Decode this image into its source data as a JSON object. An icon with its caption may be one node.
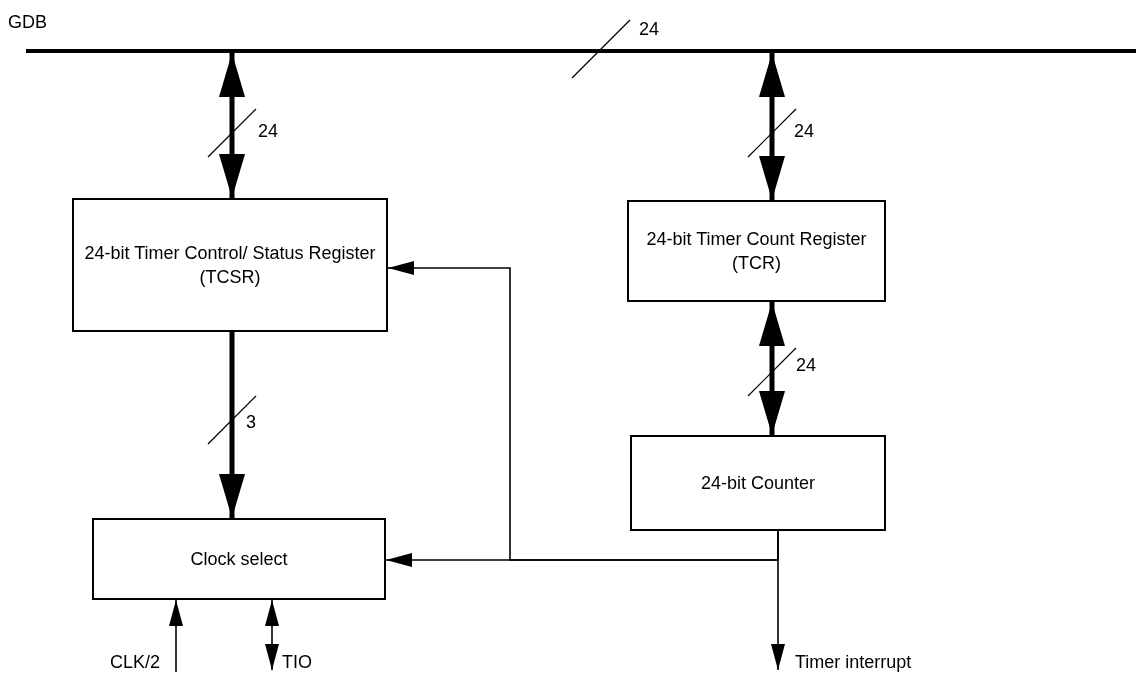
{
  "diagram": {
    "nodes": [
      {
        "text": [
          "GDB"
        ]
      },
      {
        "text": [
          "24-bit Timer Control/ Status Register (TCSR)"
        ]
      },
      {
        "text": [
          "24-bit Timer Count Register (TCR)"
        ]
      },
      {
        "text": [
          "24-bit Counter"
        ]
      },
      {
        "text": [
          "Clock select"
        ]
      },
      {
        "text": [
          "Timer interrupt"
        ]
      },
      {
        "text": [
          "CLK/2"
        ]
      },
      {
        "text": [
          "TIO"
        ]
      }
    ],
    "edges": [
      {
        "from": 0,
        "to": 1,
        "arrow": "both",
        "style": "thick",
        "label": "24"
      },
      {
        "from": 0,
        "to": 2,
        "arrow": "both",
        "style": "thick",
        "label": "24"
      },
      {
        "from": 2,
        "to": 3,
        "arrow": "both",
        "style": "thick",
        "label": "24"
      },
      {
        "from": 1,
        "to": 4,
        "arrow": "to",
        "style": "thick",
        "label": "3"
      },
      {
        "from": 3,
        "to": 1,
        "arrow": "to"
      },
      {
        "from": 3,
        "to": 4,
        "arrow": "to"
      },
      {
        "from": 3,
        "to": 5,
        "arrow": "to"
      },
      {
        "from": 6,
        "to": 4,
        "arrow": "to"
      },
      {
        "from": 4,
        "to": 7,
        "arrow": "both"
      }
    ],
    "labels": [
      "24"
    ]
  }
}
